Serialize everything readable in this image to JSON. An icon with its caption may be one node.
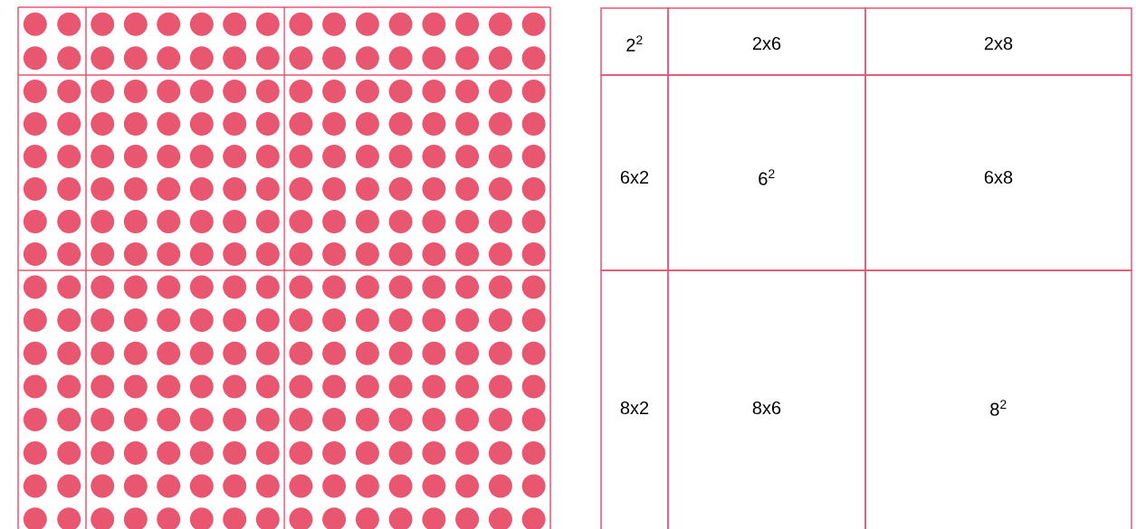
{
  "diagram": {
    "labels": [
      "2$^{2}$",
      "2x6",
      "2x8",
      "6x2",
      "6$^{2}$",
      "6x8",
      "8x2",
      "8x6",
      "8$^{2}$"
    ]
  }
}
